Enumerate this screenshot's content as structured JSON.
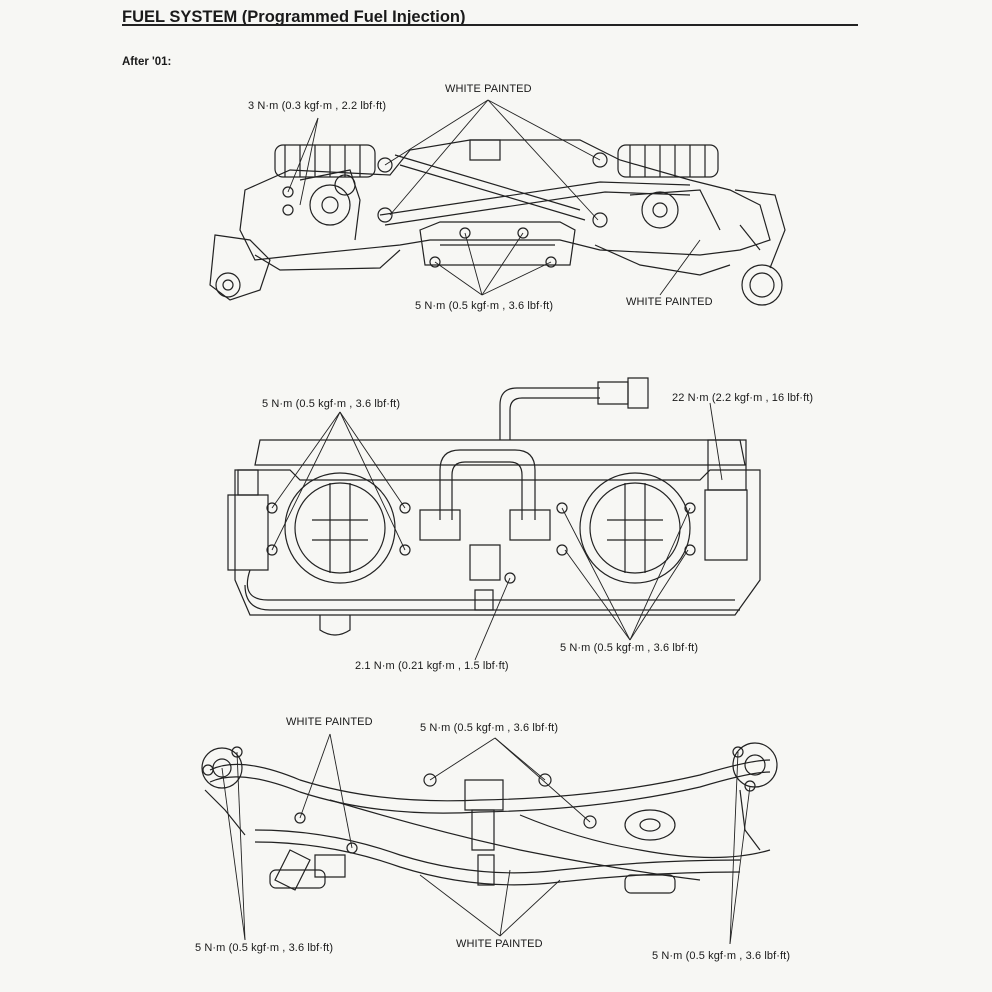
{
  "header": {
    "title": "FUEL SYSTEM (Programmed Fuel Injection)",
    "section_note": "After '01:"
  },
  "diagram1": {
    "label_torque_top": "3 N·m (0.3 kgf·m , 2.2 lbf·ft)",
    "label_white_top": "WHITE PAINTED",
    "label_torque_bottom": "5 N·m (0.5 kgf·m , 3.6 lbf·ft)",
    "label_white_bottom": "WHITE PAINTED"
  },
  "diagram2": {
    "label_torque_left": "5 N·m (0.5 kgf·m , 3.6 lbf·ft)",
    "label_torque_right_top": "22 N·m (2.2 kgf·m , 16 lbf·ft)",
    "label_torque_right_bottom": "5 N·m (0.5 kgf·m , 3.6 lbf·ft)",
    "label_torque_center": "2.1 N·m (0.21 kgf·m , 1.5 lbf·ft)"
  },
  "diagram3": {
    "label_white_top": "WHITE PAINTED",
    "label_torque_top": "5 N·m (0.5 kgf·m , 3.6 lbf·ft)",
    "label_torque_left": "5 N·m (0.5 kgf·m , 3.6 lbf·ft)",
    "label_white_bottom": "WHITE PAINTED",
    "label_torque_right": "5 N·m (0.5 kgf·m , 3.6 lbf·ft)"
  }
}
